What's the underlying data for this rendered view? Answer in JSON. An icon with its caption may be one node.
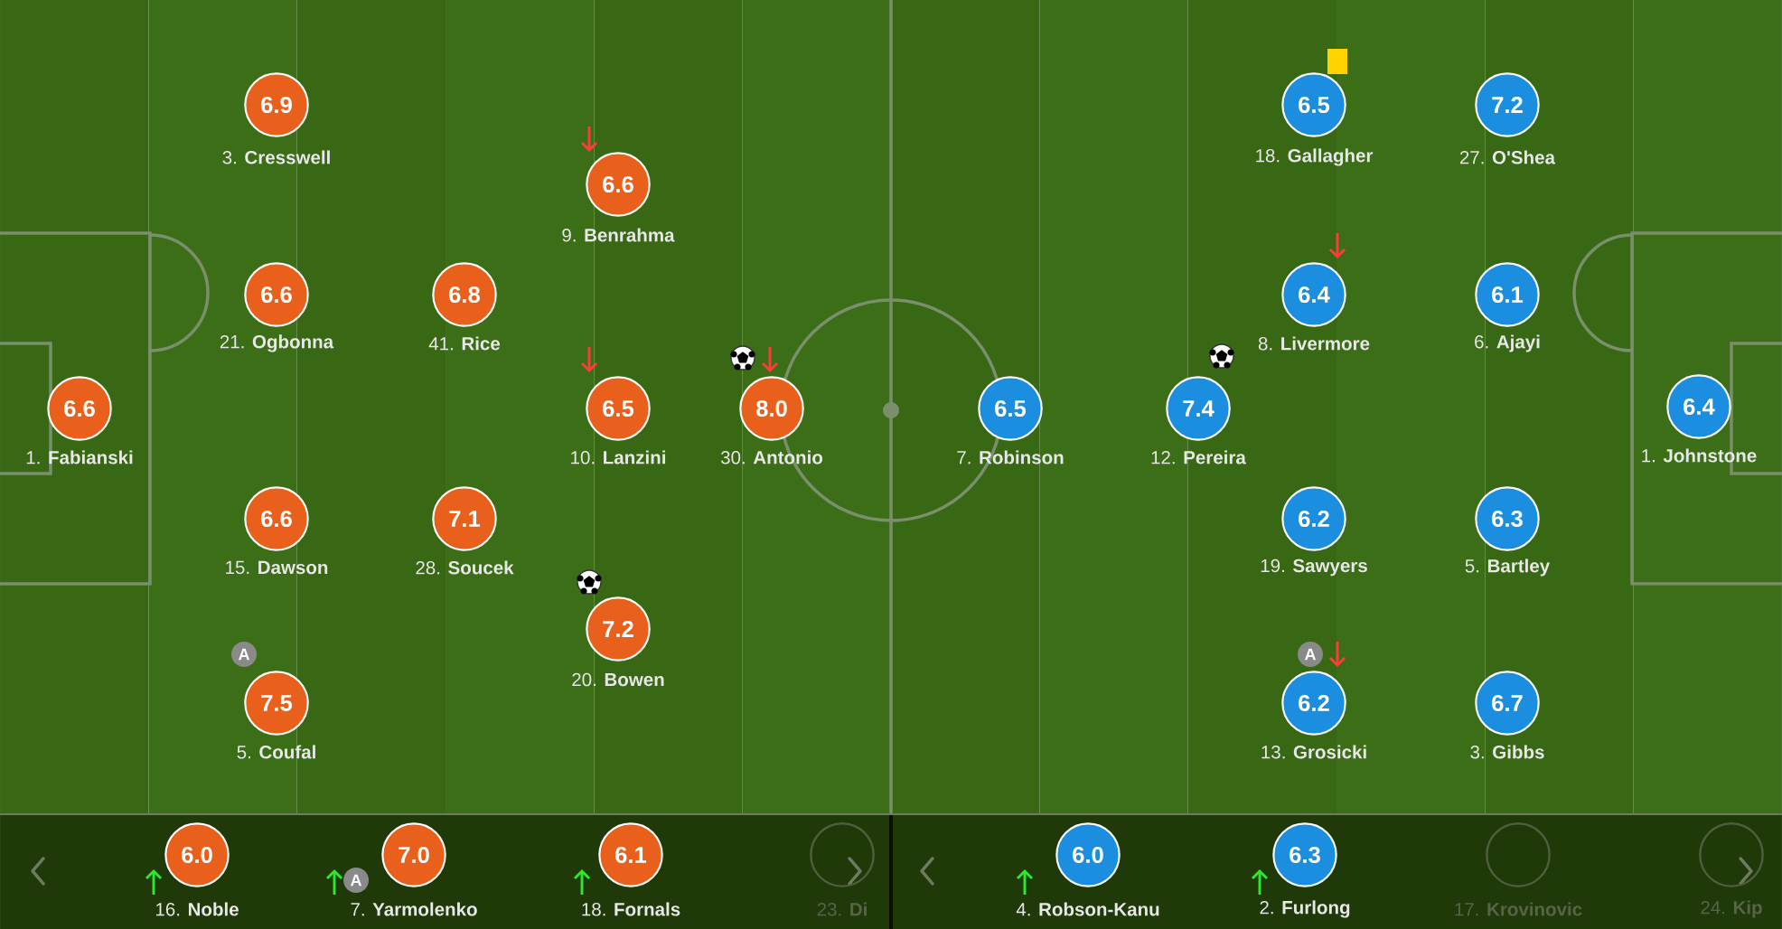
{
  "diagram": {
    "nodes": [
      {
        "text": [
          "6.6"
        ],
        "beside": [
          "1. **Fabianski**"
        ]
      },
      {
        "text": [
          "6.9"
        ],
        "beside": [
          "3. **Cresswell**"
        ]
      },
      {
        "text": [
          "6.6"
        ],
        "beside": [
          "21. **Ogbonna**"
        ]
      },
      {
        "text": [
          "6.6"
        ],
        "beside": [
          "15. **Dawson**"
        ]
      },
      {
        "text": [
          "7.5"
        ],
        "beside": [
          "5. **Coufal**",
          "A"
        ]
      },
      {
        "text": [
          "6.8"
        ],
        "beside": [
          "41. **Rice**"
        ]
      },
      {
        "text": [
          "7.1"
        ],
        "beside": [
          "28. **Soucek**"
        ]
      },
      {
        "text": [
          "6.6"
        ],
        "beside": [
          "9. **Benrahma**"
        ]
      },
      {
        "text": [
          "6.5"
        ],
        "beside": [
          "10. **Lanzini**"
        ]
      },
      {
        "text": [
          "7.2"
        ],
        "beside": [
          "20. **Bowen**"
        ]
      },
      {
        "text": [
          "8.0"
        ],
        "beside": [
          "30. **Antonio**"
        ]
      },
      {
        "text": [
          "6.5"
        ],
        "beside": [
          "7. **Robinson**"
        ]
      },
      {
        "text": [
          "7.4"
        ],
        "beside": [
          "12. **Pereira**"
        ]
      },
      {
        "text": [
          "6.5"
        ],
        "beside": [
          "18. **Gallagher**"
        ]
      },
      {
        "text": [
          "6.4"
        ],
        "beside": [
          "8. **Livermore**"
        ]
      },
      {
        "text": [
          "6.2"
        ],
        "beside": [
          "19. **Sawyers**"
        ]
      },
      {
        "text": [
          "6.2"
        ],
        "beside": [
          "13. **Grosicki**",
          "A"
        ]
      },
      {
        "text": [
          "7.2"
        ],
        "beside": [
          "27. **O'Shea**"
        ]
      },
      {
        "text": [
          "6.1"
        ],
        "beside": [
          "6. **Ajayi**"
        ]
      },
      {
        "text": [
          "6.3"
        ],
        "beside": [
          "5. **Bartley**"
        ]
      },
      {
        "text": [
          "6.7"
        ],
        "beside": [
          "3. **Gibbs**"
        ]
      },
      {
        "text": [
          "6.4"
        ],
        "beside": [
          "1. **Johnstone**"
        ]
      },
      {
        "text": [
          "6.0"
        ],
        "beside": [
          "16. **Noble**"
        ]
      },
      {
        "text": [
          "7.0"
        ],
        "beside": [
          "7. **Yarmolenko**",
          "A"
        ]
      },
      {
        "text": [
          "6.1"
        ],
        "beside": [
          "18. **Fornals**"
        ]
      },
      {
        "text": [],
        "shape": "circle",
        "beside": [
          "23. **Di**"
        ]
      },
      {
        "text": [
          "6.0"
        ],
        "beside": [
          "4. **Robson-Kanu**"
        ]
      },
      {
        "text": [
          "6.3"
        ],
        "beside": [
          "2. **Furlong**"
        ]
      },
      {
        "text": [],
        "shape": "circle",
        "beside": [
          "17. **Krovinovic**"
        ]
      },
      {
        "text": [],
        "shape": "circle",
        "beside": [
          "24. **Kip**"
        ]
      }
    ]
  }
}
